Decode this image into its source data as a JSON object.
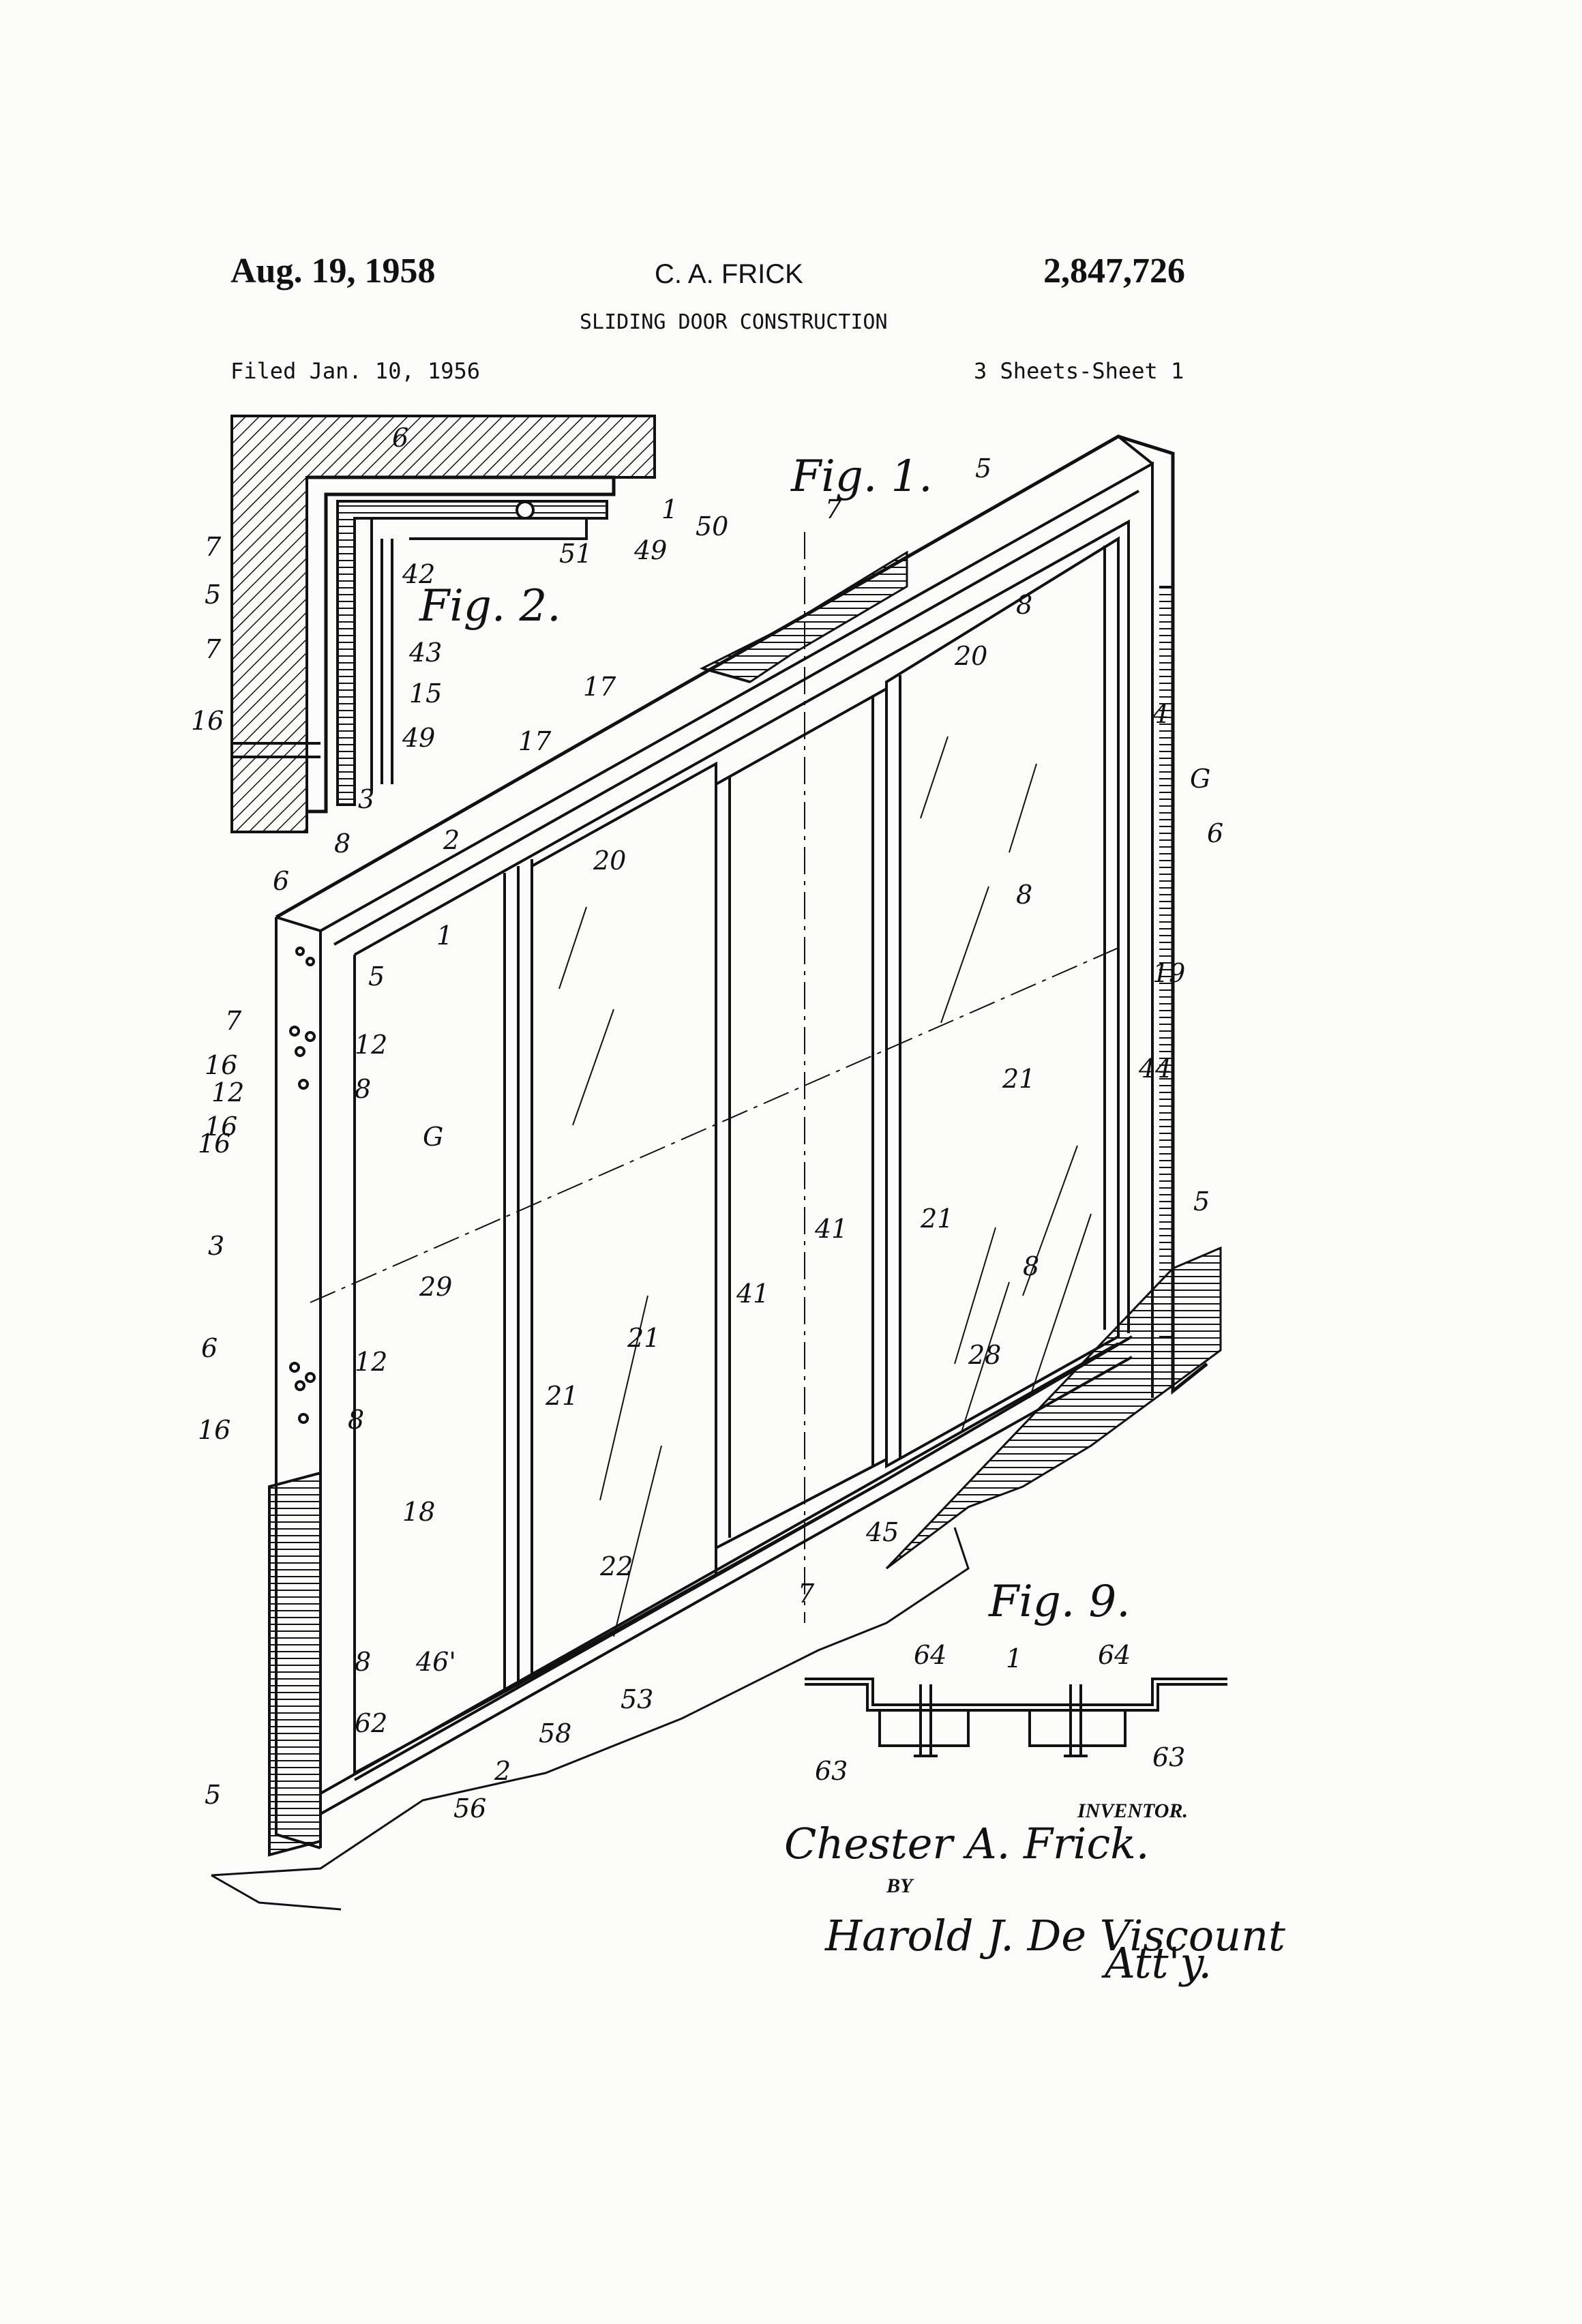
{
  "header": {
    "date": "Aug. 19, 1958",
    "inventor": "C. A. FRICK",
    "patent_number": "2,847,726",
    "title": "SLIDING DOOR CONSTRUCTION",
    "filed": "Filed Jan. 10, 1956",
    "sheet": "3 Sheets-Sheet 1"
  },
  "figures": {
    "fig1": "Fig. 1.",
    "fig2": "Fig. 2.",
    "fig9": "Fig. 9."
  },
  "labels": {
    "fig1": [
      "5",
      "7",
      "8",
      "20",
      "17",
      "17",
      "2",
      "6",
      "1",
      "5",
      "7",
      "16",
      "12",
      "16",
      "12",
      "8",
      "16",
      "G",
      "3",
      "6",
      "16",
      "12",
      "8",
      "29",
      "21",
      "21",
      "41",
      "41",
      "21",
      "28",
      "8",
      "5",
      "4",
      "G",
      "6",
      "19",
      "21",
      "44",
      "8",
      "18",
      "22",
      "45",
      "7",
      "8",
      "46'",
      "62",
      "58",
      "53",
      "2",
      "56",
      "5",
      "20"
    ],
    "fig2": [
      "6",
      "1",
      "50",
      "49",
      "51",
      "42",
      "7",
      "5",
      "7",
      "43",
      "15",
      "16",
      "49",
      "3",
      "8"
    ],
    "fig9": [
      "64",
      "1",
      "64",
      "63",
      "63"
    ]
  },
  "signature": {
    "inventor_label": "INVENTOR.",
    "inventor_name": "Chester A. Frick.",
    "by": "BY",
    "attorney": "Harold J. De Viscount",
    "attorney_suffix": "Att'y."
  },
  "colors": {
    "ink": "#111111",
    "paper": "#fbfbf9"
  }
}
